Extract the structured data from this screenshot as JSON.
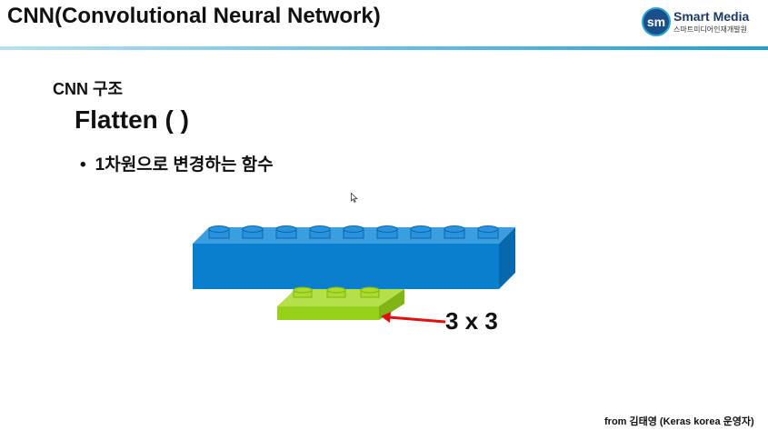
{
  "header": {
    "title": "CNN(Convolutional Neural Network)",
    "logo": {
      "name": "Smart Media",
      "subtitle": "스마트미디어인재개발원",
      "icon": "smart-media-logo-icon"
    }
  },
  "main": {
    "section_label": "CNN 구조",
    "heading": "Flatten ( )",
    "bullet_marker": "•",
    "bullet_text": "1차원으로 변경하는 함수",
    "kernel_label": "3 x 3"
  },
  "footer": {
    "credit": "from 김태영 (Keras korea 운영자)"
  },
  "colors": {
    "title_rule_start": "#a9d8ea",
    "title_rule_end": "#2aa5d6",
    "blue_brick": "#0a7fce",
    "blue_brick_side": "#0868ad",
    "green_brick": "#97d11a",
    "green_brick_side": "#7fb514",
    "arrow": "#e01010"
  }
}
